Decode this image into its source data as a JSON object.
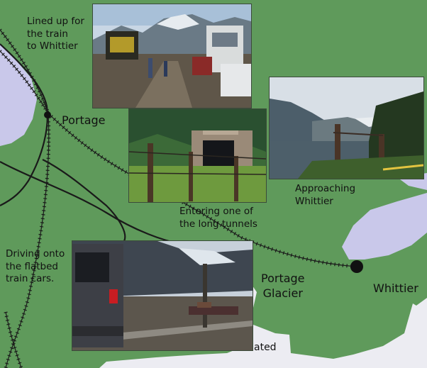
{
  "places": {
    "portage": "Portage",
    "whittier": "Whittier",
    "portage_glacier": "Portage\nGlacier",
    "cut_off": "ated"
  },
  "captions": {
    "lined_up": "Lined up for\nthe train\nto Whittier",
    "entering": "Entering one of\nthe long tunnels",
    "approaching": "Approaching\nWhittier",
    "driving": "Driving onto\nthe flatbed\ntrain cars."
  },
  "colors": {
    "land": "#5f9a5b",
    "water": "#c9c8ea",
    "ice": "#ececf2",
    "rail": "#1a1a1a"
  }
}
